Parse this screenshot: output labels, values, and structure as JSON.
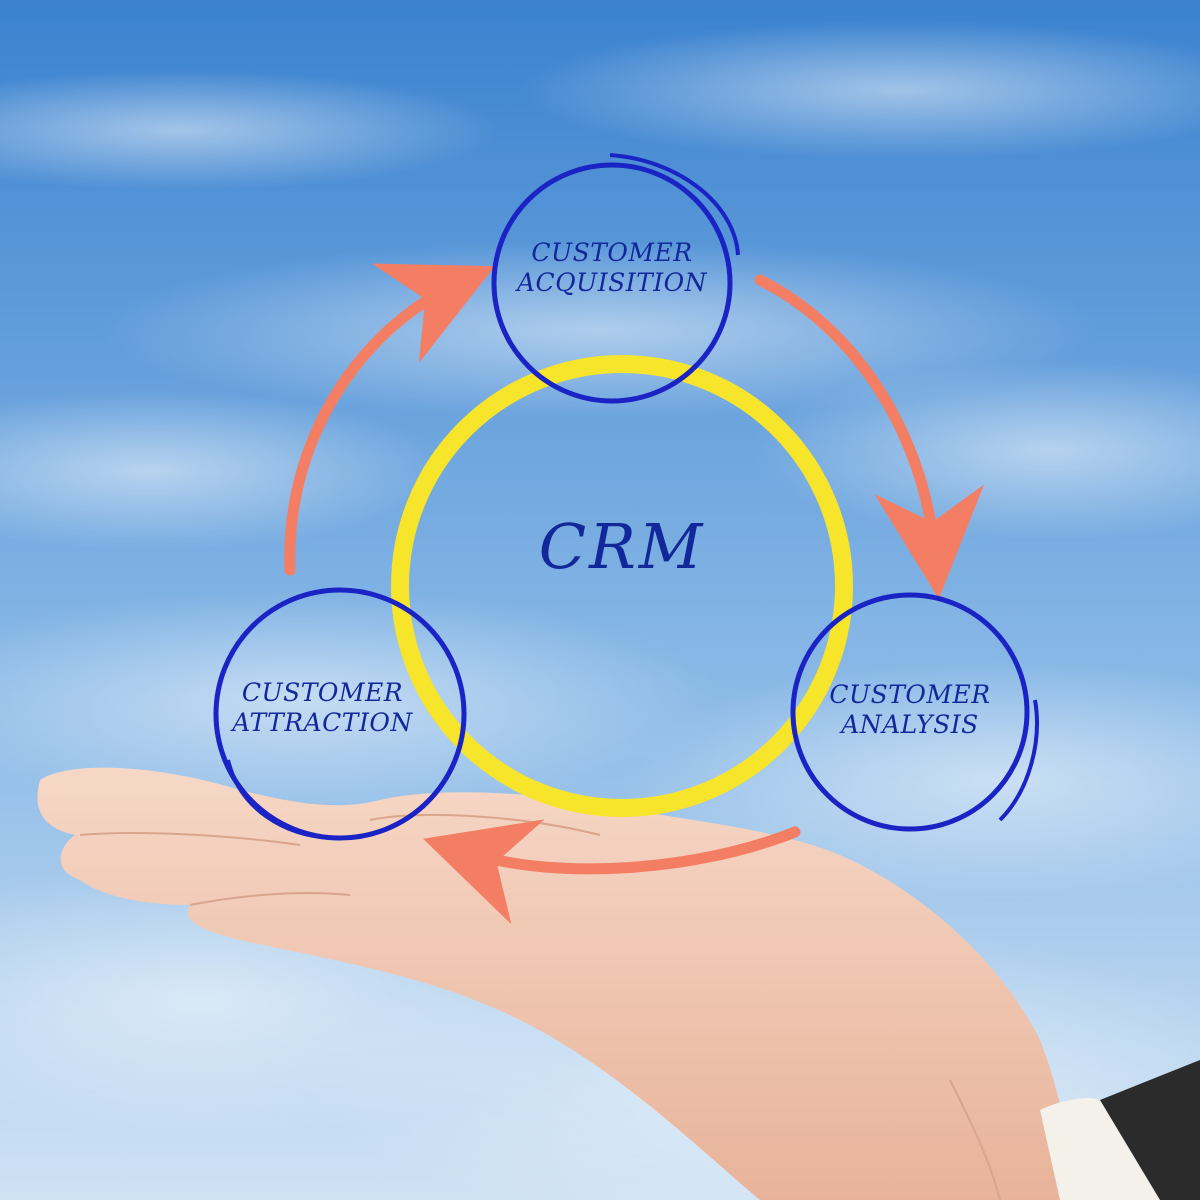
{
  "diagram": {
    "center": "CRM",
    "nodes": [
      {
        "id": "acquisition",
        "line1": "CUSTOMER",
        "line2": "ACQUISITION"
      },
      {
        "id": "analysis",
        "line1": "CUSTOMER",
        "line2": "ANALYSIS"
      },
      {
        "id": "attraction",
        "line1": "CUSTOMER",
        "line2": "ATTRACTION"
      }
    ],
    "cycle_order": [
      "attraction",
      "acquisition",
      "analysis"
    ]
  },
  "colors": {
    "sky_top": "#3b82cf",
    "sky_bottom": "#cfe2f4",
    "node_stroke": "#1a23c4",
    "center_ring": "#f6e52a",
    "arrow": "#f47e64",
    "text": "#12289a",
    "skin": "#f1c9b3",
    "sleeve": "#f3f1ea"
  },
  "icons": [
    "hand-illustration",
    "cycle-arrow-icon"
  ]
}
